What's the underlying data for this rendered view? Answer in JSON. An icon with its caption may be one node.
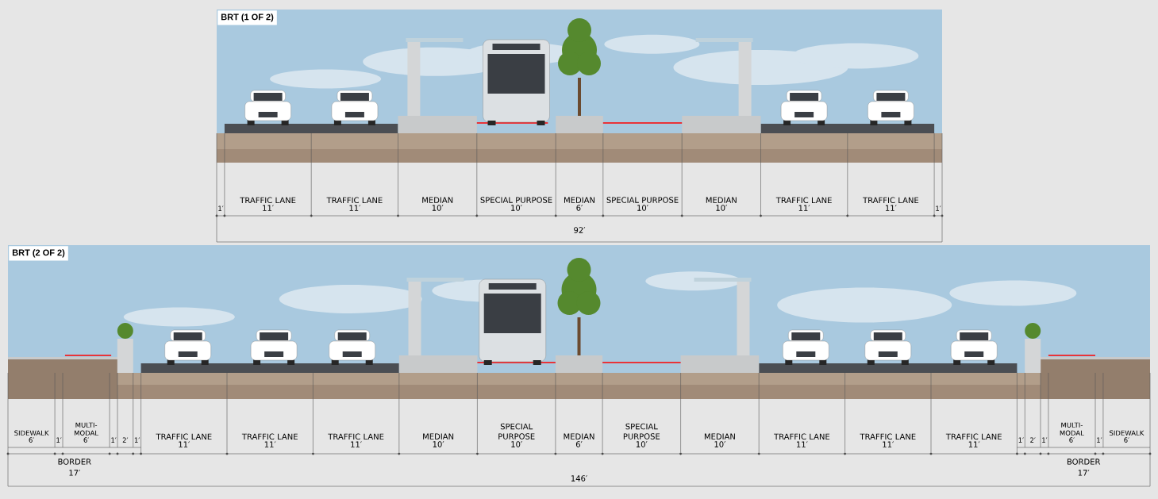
{
  "diagram": {
    "labels": [
      "BRT (1 OF 2)",
      "1′",
      "TRAFFIC LANE",
      "11′",
      "TRAFFIC LANE",
      "11′",
      "MEDIAN",
      "10′",
      "SPECIAL PURPOSE",
      "10′",
      "MEDIAN",
      "6′",
      "SPECIAL PURPOSE",
      "10′",
      "MEDIAN",
      "10′",
      "TRAFFIC LANE",
      "11′",
      "TRAFFIC LANE",
      "11′",
      "1′",
      "92′",
      "BRT (2 OF 2)",
      "SIDEWALK",
      "6′",
      "1′",
      "MULTI-MODAL",
      "6′",
      "1′",
      "2′",
      "1′",
      "TRAFFIC LANE",
      "11′",
      "TRAFFIC LANE",
      "11′",
      "TRAFFIC LANE",
      "11′",
      "MEDIAN",
      "10′",
      "SPECIAL PURPOSE",
      "10′",
      "MEDIAN",
      "6′",
      "SPECIAL PURPOSE",
      "10′",
      "MEDIAN",
      "10′",
      "TRAFFIC LANE",
      "11′",
      "TRAFFIC LANE",
      "11′",
      "TRAFFIC LANE",
      "11′",
      "1′",
      "2′",
      "1′",
      "MULTI-MODAL",
      "6′",
      "1′",
      "SIDEWALK",
      "6′",
      "BORDER",
      "17′",
      "146′",
      "BORDER",
      "17′"
    ]
  }
}
